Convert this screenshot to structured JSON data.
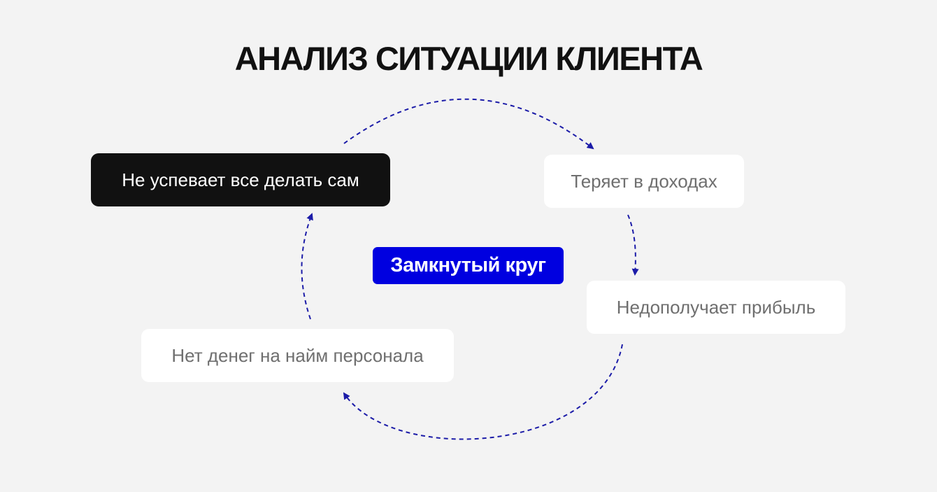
{
  "title": "АНАЛИЗ СИТУАЦИИ КЛИЕНТА",
  "center": "Замкнутый круг",
  "steps": [
    "Не успевает все делать сам",
    "Теряет в доходах",
    "Недополучает прибыль",
    "Нет денег на найм персонала"
  ],
  "colors": {
    "accent": "#0000e0",
    "arrow": "#1c1ca8",
    "dark": "#111111",
    "background": "#f3f3f3"
  }
}
